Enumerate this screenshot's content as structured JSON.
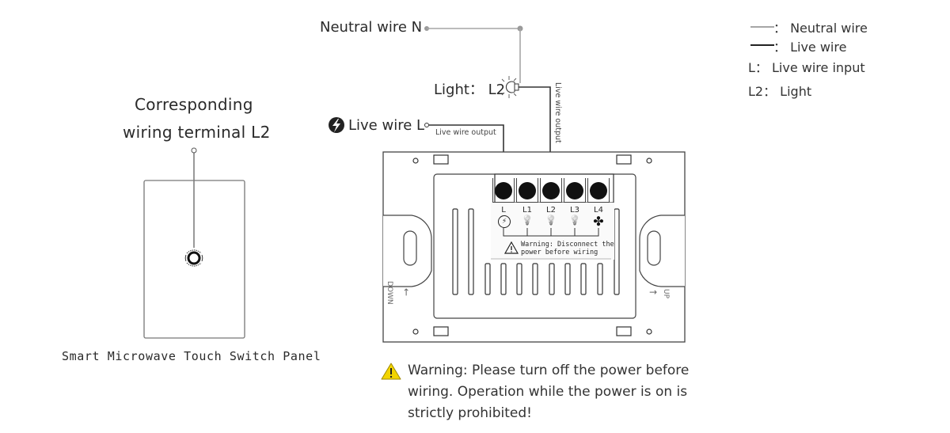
{
  "diagram": {
    "title": "Smart touch switch wiring diagram",
    "colors": {
      "neutral_wire": "#a6a6a6",
      "live_wire": "#333333",
      "warning_yellow": "#f2d400",
      "background": "#ffffff"
    },
    "left_panel": {
      "terminal_label_line1": "Corresponding",
      "terminal_label_line2": "wiring terminal L2",
      "caption": "Smart Microwave Touch Switch Panel"
    },
    "wiring": {
      "neutral_label": "Neutral wire N",
      "light_label": "Light： L2",
      "live_label": "Live wire L",
      "live_output_horizontal": "Live wire output",
      "live_output_vertical": "Live wire output"
    },
    "switch_back": {
      "terminals": [
        {
          "id": "L",
          "label": "L",
          "icon": "live-input-icon"
        },
        {
          "id": "L1",
          "label": "L1",
          "icon": "bulb-icon"
        },
        {
          "id": "L2",
          "label": "L2",
          "icon": "bulb-icon"
        },
        {
          "id": "L3",
          "label": "L3",
          "icon": "bulb-icon"
        },
        {
          "id": "L4",
          "label": "L4",
          "icon": "fan-icon"
        }
      ],
      "inner_warning_line1": "Warning: Disconnect the",
      "inner_warning_line2": "power before wiring",
      "down_label": "DOWN",
      "up_label": "UP"
    },
    "legend": {
      "items": [
        {
          "symbol": "grey-line",
          "text": "： Neutral wire"
        },
        {
          "symbol": "black-line",
          "text": "： Live wire"
        },
        {
          "symbol": "L",
          "text": "L： Live wire input"
        },
        {
          "symbol": "L2",
          "text": "L2： Light"
        }
      ]
    },
    "bottom_warning": {
      "line1": "Warning: Please turn off the power before",
      "line2": "wiring. Operation while the power is on is",
      "line3": "strictly prohibited!"
    }
  }
}
